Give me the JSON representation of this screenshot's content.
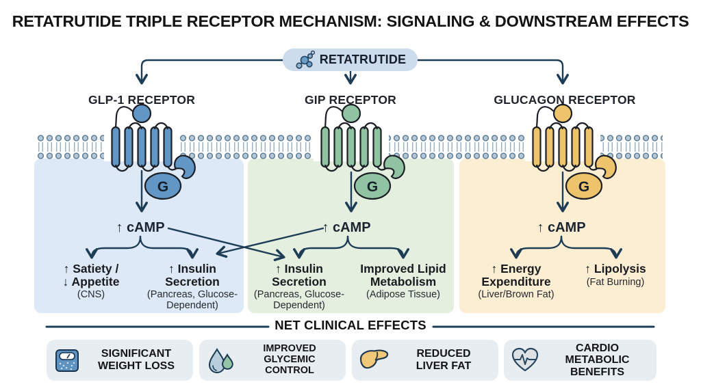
{
  "title": "RETATRUTIDE TRIPLE RECEPTOR MECHANISM: SIGNALING & DOWNSTREAM EFFECTS",
  "drug": {
    "label": "RETATRUTIDE",
    "icon": "molecule-icon"
  },
  "receptors": [
    {
      "label": "GLP-1 RECEPTOR",
      "color": "#6296c4",
      "g_label": "G",
      "camp_label": "↑ cAMP",
      "effects": [
        {
          "main": "↑ Satiety /\n↓ Appetite",
          "sub": "(CNS)"
        },
        {
          "main": "↑ Insulin\nSecretion",
          "sub": "(Pancreas, Glucose-\nDependent)"
        }
      ]
    },
    {
      "label": "GIP RECEPTOR",
      "color": "#8fc3a1",
      "g_label": "G",
      "camp_label": "↑ cAMP",
      "effects": [
        {
          "main": "↑ Insulin\nSecretion",
          "sub": "(Pancreas, Glucose-\nDependent)"
        },
        {
          "main": "Improved Lipid\nMetabolism",
          "sub": "(Adipose Tissue)"
        }
      ]
    },
    {
      "label": "GLUCAGON RECEPTOR",
      "color": "#edc46c",
      "g_label": "G",
      "camp_label": "↑ cAMP",
      "effects": [
        {
          "main": "↑ Energy\nExpenditure",
          "sub": "(Liver/Brown Fat)"
        },
        {
          "main": "↑ Lipolysis",
          "sub": "(Fat Burning)"
        }
      ]
    }
  ],
  "net_effects": {
    "header": "NET CLINICAL EFFECTS",
    "items": [
      {
        "icon": "scale-icon",
        "label": "SIGNIFICANT\nWEIGHT LOSS"
      },
      {
        "icon": "droplets-icon",
        "label": "IMPROVED\nGLYCEMIC\nCONTROL"
      },
      {
        "icon": "liver-icon",
        "label": "REDUCED\nLIVER FAT"
      },
      {
        "icon": "heart-ecg-icon",
        "label": "CARDIO METABOLIC\nBENEFITS"
      }
    ]
  },
  "colors": {
    "line": "#1d3c55",
    "glp1": "#6296c4",
    "gip": "#8fc3a1",
    "glucagon": "#edc46c",
    "panel_glp1": "#dde9f6",
    "panel_gip": "#e4efe0",
    "panel_glucagon": "#fbeed3",
    "drug_pill_bg": "#cddcec",
    "net_box_bg": "#e8edf2"
  }
}
